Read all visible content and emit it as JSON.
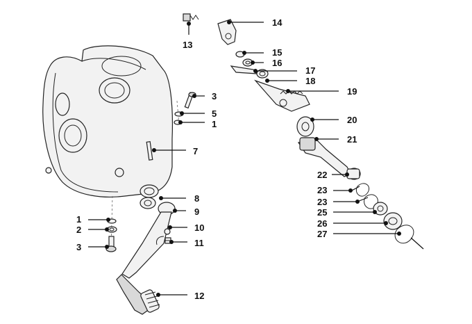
{
  "diagram": {
    "callouts": [
      "14",
      "13",
      "15",
      "16",
      "17",
      "18",
      "19",
      "3",
      "5",
      "1",
      "20",
      "21",
      "7",
      "22",
      "23",
      "23",
      "25",
      "26",
      "27",
      "8",
      "9",
      "1",
      "2",
      "10",
      "3",
      "11",
      "12"
    ]
  }
}
